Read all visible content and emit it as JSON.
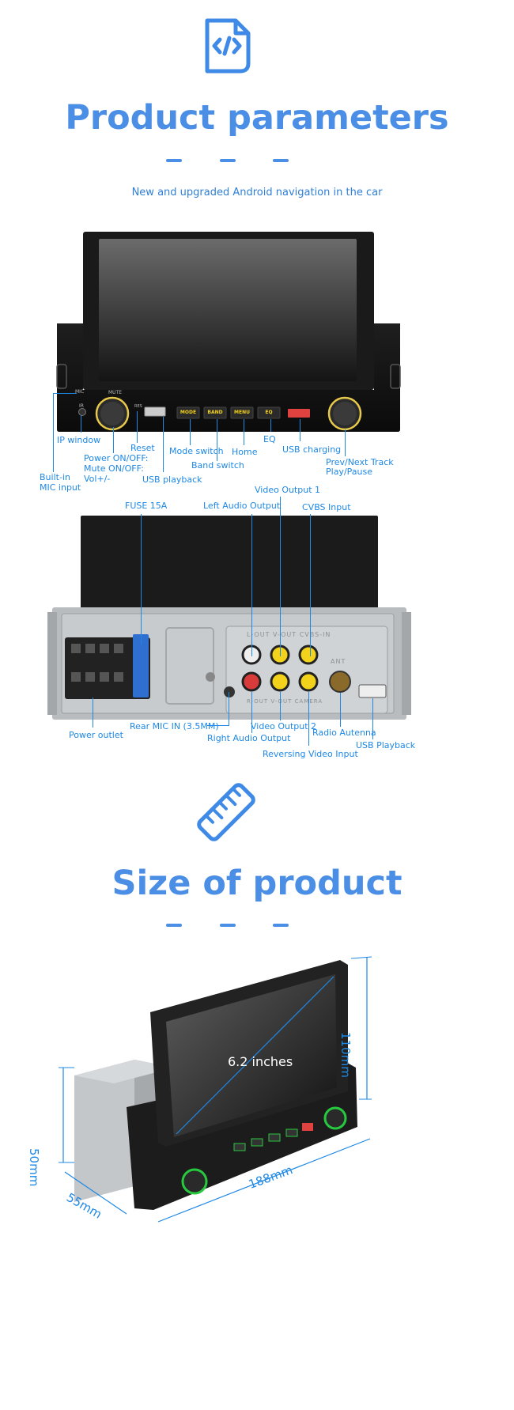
{
  "section1": {
    "title": "Product parameters",
    "subtitle": "New and upgraded Android navigation in the car",
    "icon": "code-document-icon"
  },
  "front_panel": {
    "labels": {
      "ir": "IR",
      "mic": "MIC",
      "mute": "MUTE",
      "res": "RES",
      "mode": "MODE",
      "band": "BAND",
      "menu": "MENU",
      "eq": "EQ"
    },
    "callouts": {
      "ip_window": "IP window",
      "reset": "Reset",
      "power_line1": "Power ON/OFF:",
      "power_line2": "Mute ON/OFF:",
      "power_line3": "Vol+/-",
      "mode_switch": "Mode switch",
      "band_switch": "Band switch",
      "home": "Home",
      "eq": "EQ",
      "usb_charging": "USB charging",
      "prev_next": "Prev/Next Track",
      "play_pause": "Play/Pause",
      "builtin_mic_1": "Built-in",
      "builtin_mic_2": "MIC input",
      "usb_playback": "USB playback"
    }
  },
  "rear_panel": {
    "callouts": {
      "fuse": "FUSE 15A",
      "left_audio": "Left Audio Output",
      "video_out_1": "Video Output 1",
      "cvbs_input": "CVBS Input",
      "power_outlet": "Power outlet",
      "rear_mic": "Rear MIC IN (3.5MM)",
      "right_audio": "Right Audio Output",
      "video_out_2": "Video Output 2",
      "reversing_video": "Reversing Video Input",
      "radio_antenna": "Radio Autenna",
      "usb_playback": "USB Playback"
    },
    "embossed": {
      "top_row": "L-OUT V-OUT CVBS-IN",
      "bottom_row": "R-OUT V-OUT CAMERA",
      "ant": "ANT"
    }
  },
  "section2": {
    "title": "Size of product",
    "icon": "ruler-icon"
  },
  "dimensions": {
    "screen": "6.2 inches",
    "height": "110mm",
    "depth_height": "50mm",
    "depth": "55mm",
    "width": "188mm"
  },
  "colors": {
    "accent": "#4a8ee6",
    "label": "#1e88e5",
    "button_text": "#f2d21b",
    "usb_red": "#e0433f",
    "knob_ring_front": "#e6c84a",
    "knob_ring_size": "#27c93f"
  }
}
